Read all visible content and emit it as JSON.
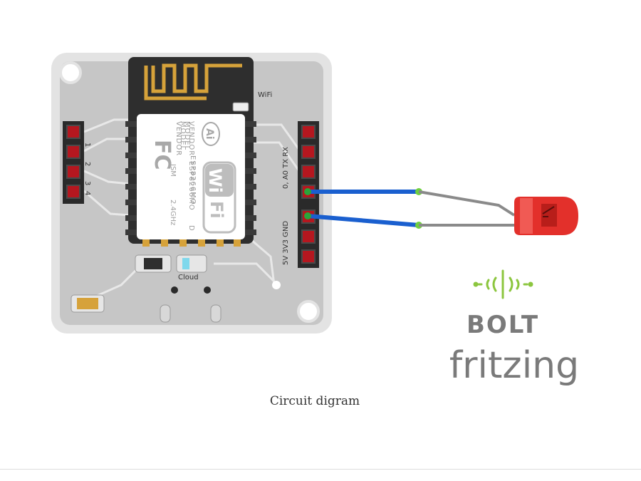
{
  "diagram": {
    "caption": "Circuit digram",
    "module": {
      "wifi_label": "WiFi",
      "cloud_label": "Cloud",
      "left_pin_labels": [
        "1",
        "2",
        "3",
        "4"
      ],
      "right_pin_labels_top": "0, A0 TX RX",
      "right_pin_labels_bottom": "5V 3V3 GND",
      "chip": {
        "fc_logo": "FC",
        "ai_logo": "Ai",
        "model": "MODEL",
        "vendor": "VENDOR",
        "part": "ESP8266MO",
        "part_suffix": "D",
        "ism": "ISM",
        "freq": "2.4GHz",
        "wifi_logo_top": "Wi",
        "wifi_logo_bottom": "Fi"
      }
    },
    "colors": {
      "board": "#c9c9c9",
      "board_edge": "#e2e2e2",
      "chip_dark": "#2e2e2e",
      "antenna": "#d6a23a",
      "wire": "#1a5fcf",
      "led": "#e3302b",
      "pin": "#b5171f",
      "logo_green": "#8cc63f",
      "logo_gray": "#7a7a7a"
    },
    "branding": {
      "bolt": "BOLT",
      "fritzing": "fritzing"
    }
  }
}
